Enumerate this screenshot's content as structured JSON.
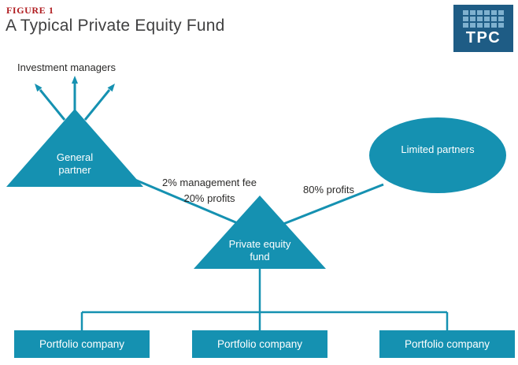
{
  "header": {
    "figure_label": "FIGURE 1",
    "title": "A Typical Private Equity Fund"
  },
  "logo": {
    "text": "TPC"
  },
  "diagram": {
    "investment_managers_label": "Investment managers",
    "general_partner_label": "General partner",
    "limited_partners_label": "Limited partners",
    "private_equity_fund_label": "Private equity fund",
    "gp_fee_line1": "2% management fee",
    "gp_fee_line2": "20% profits",
    "lp_profits_label": "80% profits",
    "portfolio_companies": [
      "Portfolio company",
      "Portfolio company",
      "Portfolio company"
    ]
  },
  "colors": {
    "teal": "#1591b1",
    "figure_red": "#b01c20",
    "logo_blue": "#1e5c85",
    "logo_square": "#7fb1cf",
    "text_dark": "#2b2a29"
  }
}
